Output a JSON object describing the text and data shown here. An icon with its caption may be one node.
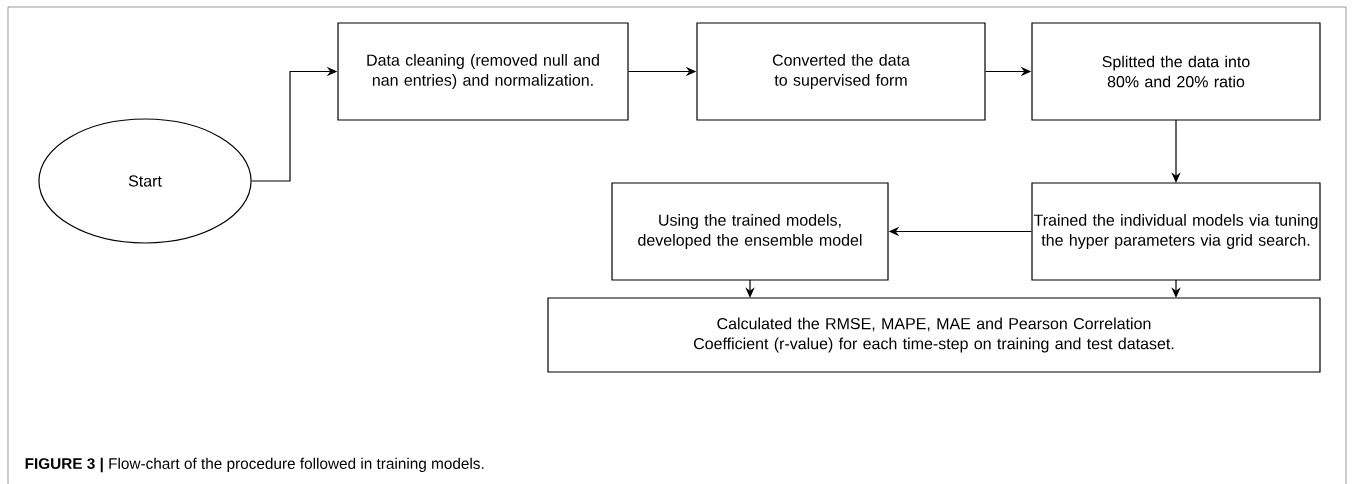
{
  "diagram": {
    "caption": "**FIGURE 3 |** Flow-chart of the procedure followed in training models.",
    "nodes": [
      {
        "text": [
          "Start"
        ]
      },
      {
        "text": [
          "Data cleaning (removed null and nan entries) and normalization."
        ]
      },
      {
        "text": [
          "Converted the data to supervised form"
        ]
      },
      {
        "text": [
          "Splitted the data into 80% and 20% ratio"
        ]
      },
      {
        "text": [
          "Trained the individual models via tuning the hyper parameters via grid search."
        ]
      },
      {
        "text": [
          "Using the trained models, developed the ensemble model"
        ]
      },
      {
        "text": [
          "Calculated the RMSE, MAPE, MAE and Pearson Correlation Coefficient (r-value) for each time-step on training and test dataset."
        ]
      }
    ],
    "edges": [
      {
        "from": 0,
        "to": 1,
        "arrow": "to"
      },
      {
        "from": 1,
        "to": 2,
        "arrow": "to"
      },
      {
        "from": 2,
        "to": 3,
        "arrow": "to"
      },
      {
        "from": 3,
        "to": 4,
        "arrow": "to"
      },
      {
        "from": 4,
        "to": 5,
        "arrow": "to"
      },
      {
        "from": 5,
        "to": 6,
        "arrow": "to"
      },
      {
        "from": 4,
        "to": 6,
        "arrow": "to"
      }
    ]
  }
}
